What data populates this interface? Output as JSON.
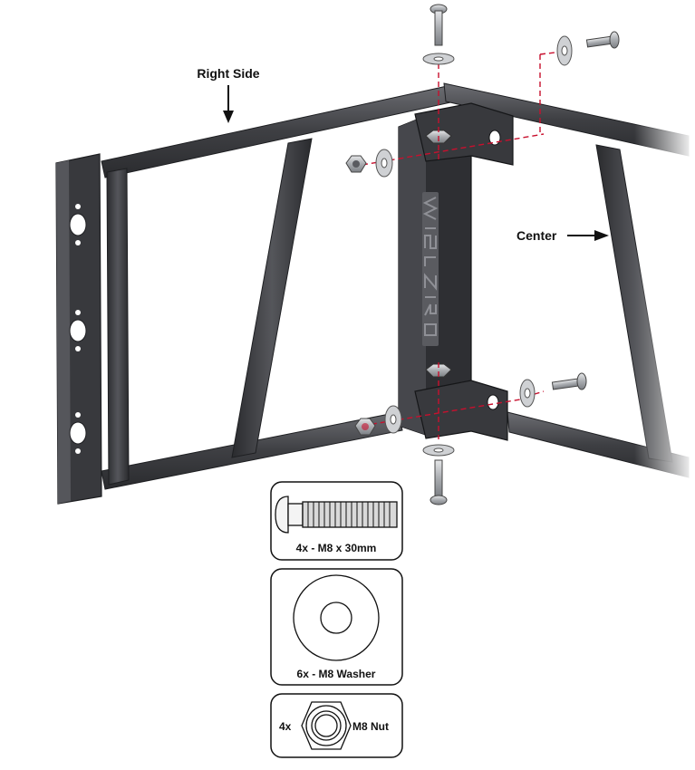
{
  "callouts": {
    "right_side": "Right Side",
    "center": "Center"
  },
  "hardware": [
    {
      "id": "bolt",
      "icon": "bolt-icon",
      "label": "4x - M8 x 30mm"
    },
    {
      "id": "washer",
      "icon": "washer-icon",
      "label": "6x - M8 Washer"
    },
    {
      "id": "nut",
      "icon": "hex-nut-icon",
      "qty": "4x",
      "label": "M8 Nut"
    }
  ],
  "colors": {
    "tube": "#3e3f43",
    "tube_highlight": "#6c6d72",
    "bracket": "#2e2f33",
    "guide_line": "#c8102e",
    "hardware_metal": "#b9bcc0"
  }
}
